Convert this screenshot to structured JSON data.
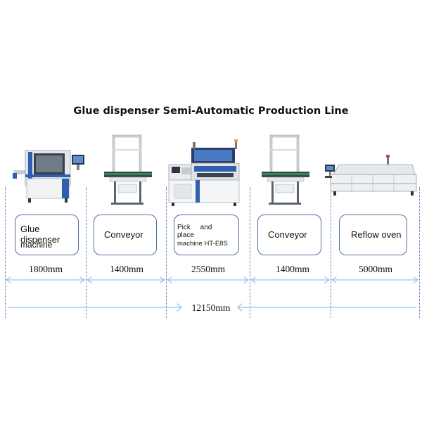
{
  "title": "Glue dispenser Semi-Automatic Production Line",
  "machines": [
    {
      "name": "Glue dispenser machine",
      "line1": "Glue dispenser",
      "line2": "machine",
      "length": "1800mm",
      "icon": "glue-dispenser-machine-icon"
    },
    {
      "name": "Conveyor",
      "line1": "Conveyor",
      "line2": "",
      "length": "1400mm",
      "icon": "conveyor-icon"
    },
    {
      "name": "Pick and place machine HT-E8S",
      "line1": "Pick and place",
      "line2": "machine HT-E8S",
      "length": "2550mm",
      "icon": "pick-and-place-machine-icon"
    },
    {
      "name": "Conveyor",
      "line1": "Conveyor",
      "line2": "",
      "length": "1400mm",
      "icon": "conveyor-icon"
    },
    {
      "name": "Reflow oven",
      "line1": "Reflow oven",
      "line2": "",
      "length": "5000mm",
      "icon": "reflow-oven-icon"
    }
  ],
  "total_length": "12150mm",
  "colors": {
    "arrow": "#9cc3e6",
    "border": "#4f6f9e",
    "divider": "#4a6fb0",
    "machine_blue": "#2f5fb0",
    "machine_grey": "#d7dbe0"
  }
}
